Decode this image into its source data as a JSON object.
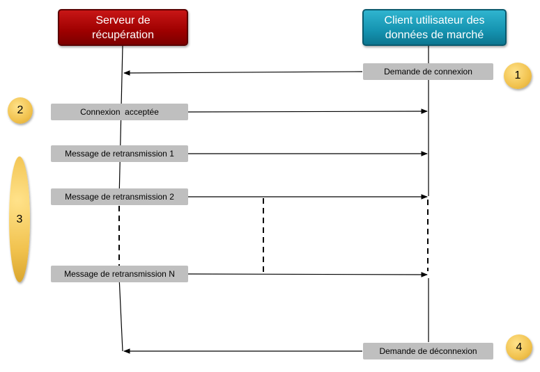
{
  "actors": {
    "server": "Serveur de récupération",
    "client": "Client utilisateur des données de marché"
  },
  "messages": {
    "connect_request": "Demande de connexion",
    "connect_accepted": "Connexion  acceptée",
    "retransmission_1": "Message de retransmission 1",
    "retransmission_2": "Message de retransmission 2",
    "retransmission_n": "Message de retransmission N",
    "disconnect_request": "Demande de déconnexion"
  },
  "steps": [
    "1",
    "2",
    "3",
    "4"
  ],
  "colors": {
    "server_box": "#9e0000",
    "client_box": "#1593b0",
    "message_box": "#bfbfbf",
    "step_badge": "#f1c24e",
    "line": "#000000"
  }
}
